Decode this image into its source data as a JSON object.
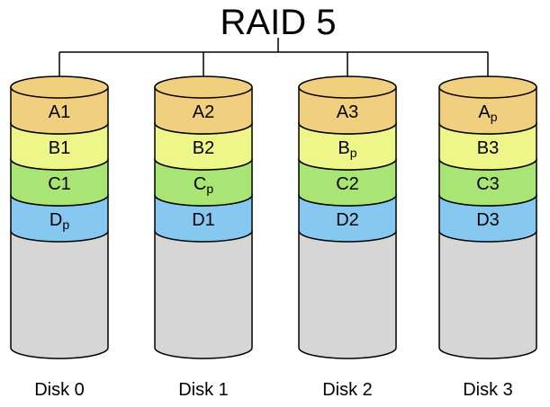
{
  "title": "RAID 5",
  "colors": {
    "A": "#f0cf7f",
    "B": "#eef589",
    "C": "#a8e574",
    "D": "#86c8ef",
    "empty": "#d6d6d6"
  },
  "disks": [
    {
      "label": "Disk 0",
      "blocks": [
        {
          "row": "A",
          "letter": "A",
          "sub": "1",
          "parity": false
        },
        {
          "row": "B",
          "letter": "B",
          "sub": "1",
          "parity": false
        },
        {
          "row": "C",
          "letter": "C",
          "sub": "1",
          "parity": false
        },
        {
          "row": "D",
          "letter": "D",
          "sub": "p",
          "parity": true
        }
      ]
    },
    {
      "label": "Disk 1",
      "blocks": [
        {
          "row": "A",
          "letter": "A",
          "sub": "2",
          "parity": false
        },
        {
          "row": "B",
          "letter": "B",
          "sub": "2",
          "parity": false
        },
        {
          "row": "C",
          "letter": "C",
          "sub": "p",
          "parity": true
        },
        {
          "row": "D",
          "letter": "D",
          "sub": "1",
          "parity": false
        }
      ]
    },
    {
      "label": "Disk 2",
      "blocks": [
        {
          "row": "A",
          "letter": "A",
          "sub": "3",
          "parity": false
        },
        {
          "row": "B",
          "letter": "B",
          "sub": "p",
          "parity": true
        },
        {
          "row": "C",
          "letter": "C",
          "sub": "2",
          "parity": false
        },
        {
          "row": "D",
          "letter": "D",
          "sub": "2",
          "parity": false
        }
      ]
    },
    {
      "label": "Disk 3",
      "blocks": [
        {
          "row": "A",
          "letter": "A",
          "sub": "p",
          "parity": true
        },
        {
          "row": "B",
          "letter": "B",
          "sub": "3",
          "parity": false
        },
        {
          "row": "C",
          "letter": "C",
          "sub": "3",
          "parity": false
        },
        {
          "row": "D",
          "letter": "D",
          "sub": "3",
          "parity": false
        }
      ]
    }
  ]
}
